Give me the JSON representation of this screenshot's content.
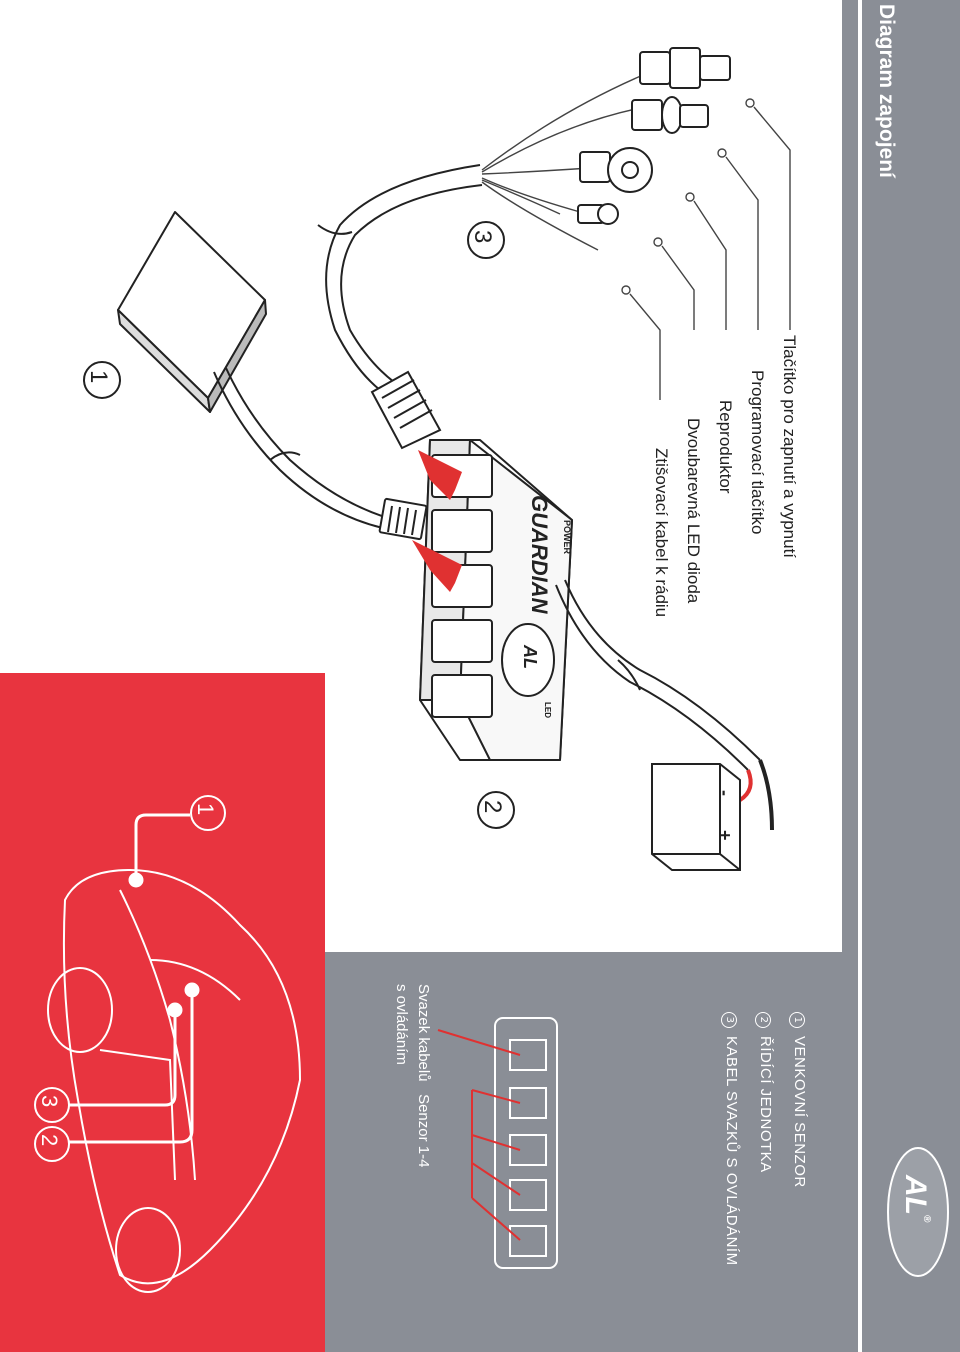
{
  "title": "Diagram zapojení",
  "logo": {
    "text": "AL",
    "mark": "®"
  },
  "legend": [
    {
      "num": "1",
      "text": "VENKOVNÍ SENZOR"
    },
    {
      "num": "2",
      "text": "ŘÍDÍCÍ JEDNOTKA"
    },
    {
      "num": "3",
      "text": "KABEL SVAZKŮ S OVLÁDÁNÍM"
    }
  ],
  "cable_labels": [
    "Tlačítko pro zapnutí a vypnutí",
    "Programovací tlačítko",
    "Reproduktor",
    "Dvoubarevná LED dioda",
    "Ztišovací kabel k rádiu"
  ],
  "harness_caption": {
    "line1": "Svazek kabelů",
    "line1b": "Senzor 1-4",
    "line2": "s ovládáním"
  },
  "callouts": {
    "sensor": "1",
    "unit": "2",
    "harness": "3"
  },
  "car_callouts": {
    "sensor": "1",
    "harness": "3",
    "unit": "2"
  },
  "unit_brand": {
    "logo": "AL",
    "name": "GUARDIAN",
    "power": "POWER",
    "led": "LED"
  },
  "battery": {
    "minus": "-",
    "plus": "+"
  },
  "colors": {
    "background": "#8a8e96",
    "red_panel": "#e8343f",
    "diagram_bg": "#ffffff",
    "arrow": "#e03131"
  }
}
